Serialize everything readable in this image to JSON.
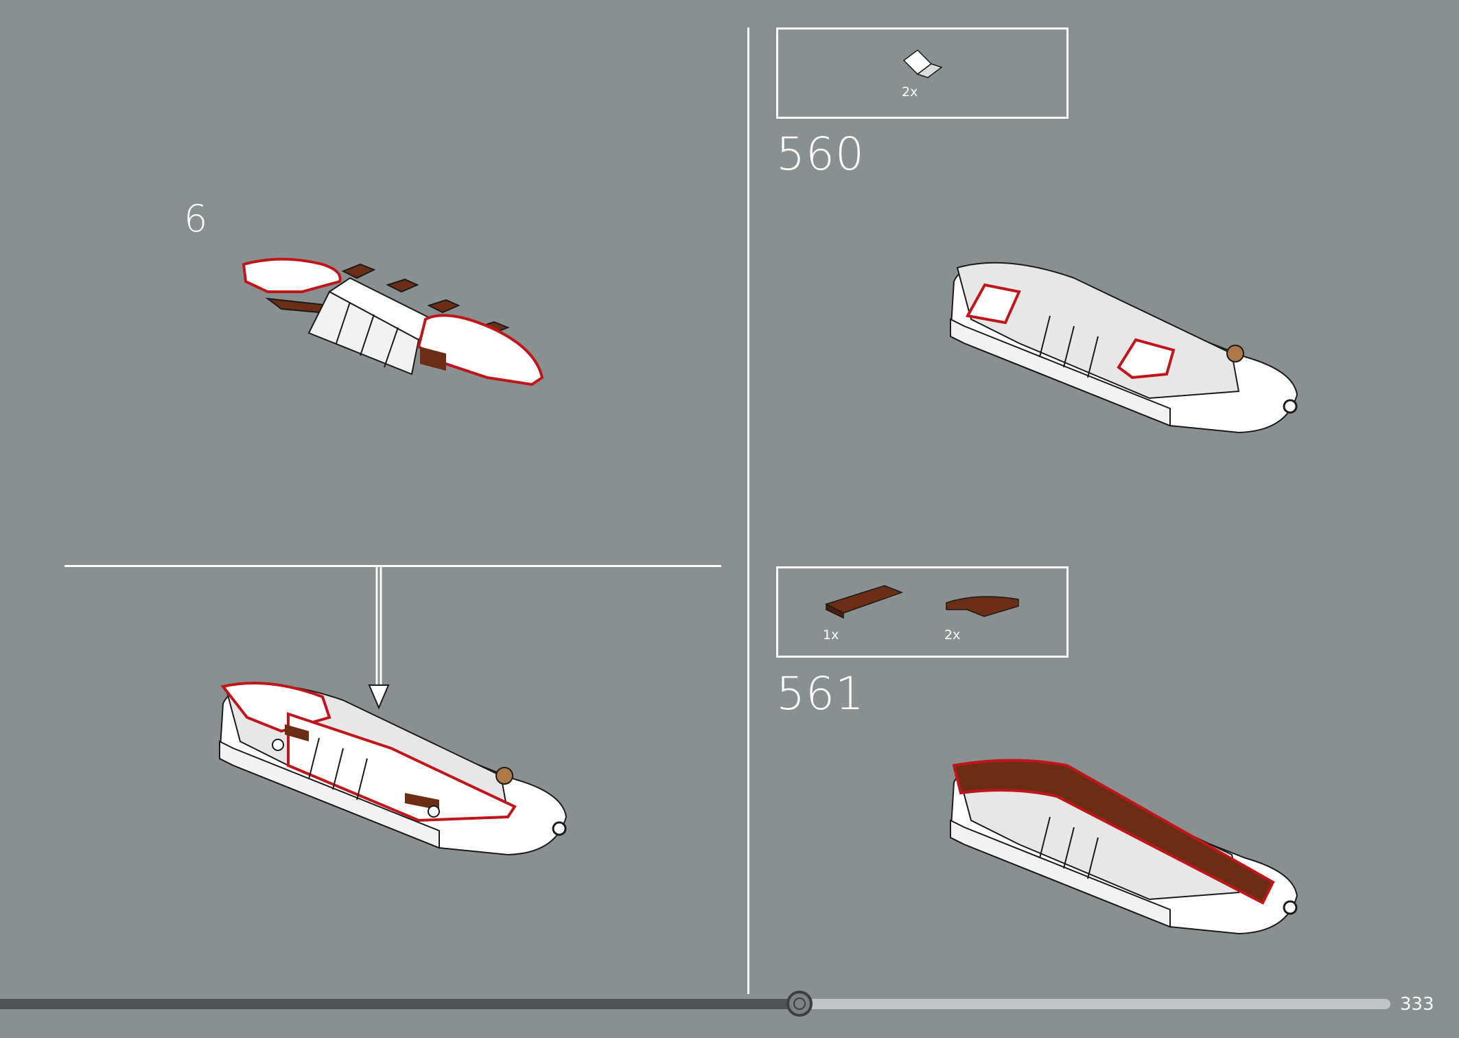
{
  "page": {
    "number": "333",
    "background": "#8a8f90"
  },
  "left_panel": {
    "substep_number": "6"
  },
  "right_panel": {
    "steps": [
      {
        "number": "560",
        "parts": [
          {
            "name": "white-slope-piece",
            "quantity": "2x",
            "color": "#ffffff"
          }
        ]
      },
      {
        "number": "561",
        "parts": [
          {
            "name": "brown-tile-piece",
            "quantity": "1x",
            "color": "#6b2e14"
          },
          {
            "name": "brown-curved-slope-piece",
            "quantity": "2x",
            "color": "#6b2e14"
          }
        ]
      }
    ]
  },
  "colors": {
    "highlight": "#c0151a",
    "brick_white": "#ffffff",
    "brick_brown": "#6b2e14",
    "brick_tan": "#b07848",
    "outline": "#1a1a1a"
  },
  "progress": {
    "fraction": 0.575
  }
}
